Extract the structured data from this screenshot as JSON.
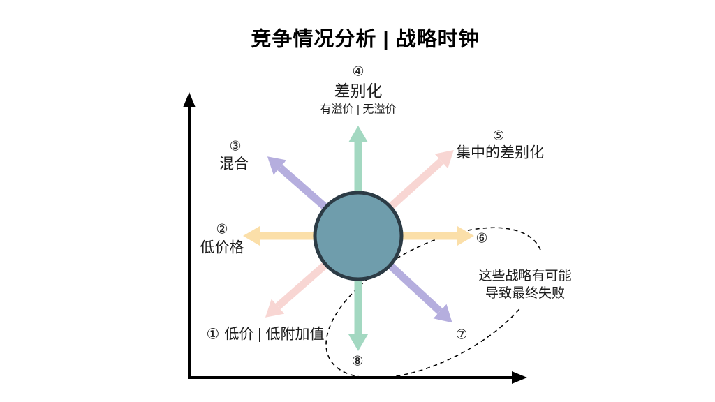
{
  "title": "竞争情况分析 | 战略时钟",
  "colors": {
    "green": "#a3d8c1",
    "purple": "#b5aede",
    "pink": "#f8d6d3",
    "yellow": "#fbdfa9",
    "hub_fill": "#6f9dac",
    "hub_stroke": "#2c3b45",
    "axis": "#000000",
    "text": "#1c1c1c"
  },
  "positions": {
    "p1": {
      "num": "①",
      "label": "低价 | 低附加值"
    },
    "p2": {
      "num": "②",
      "label": "低价格"
    },
    "p3": {
      "num": "③",
      "label": "混合"
    },
    "p4": {
      "num": "④",
      "label": "差别化",
      "sub": "有溢价 | 无溢价"
    },
    "p5": {
      "num": "⑤",
      "label": "集中的差别化"
    },
    "p6": {
      "num": "⑥"
    },
    "p7": {
      "num": "⑦"
    },
    "p8": {
      "num": "⑧"
    }
  },
  "note": {
    "line1": "这些战略有可能",
    "line2": "导致最终失败"
  }
}
